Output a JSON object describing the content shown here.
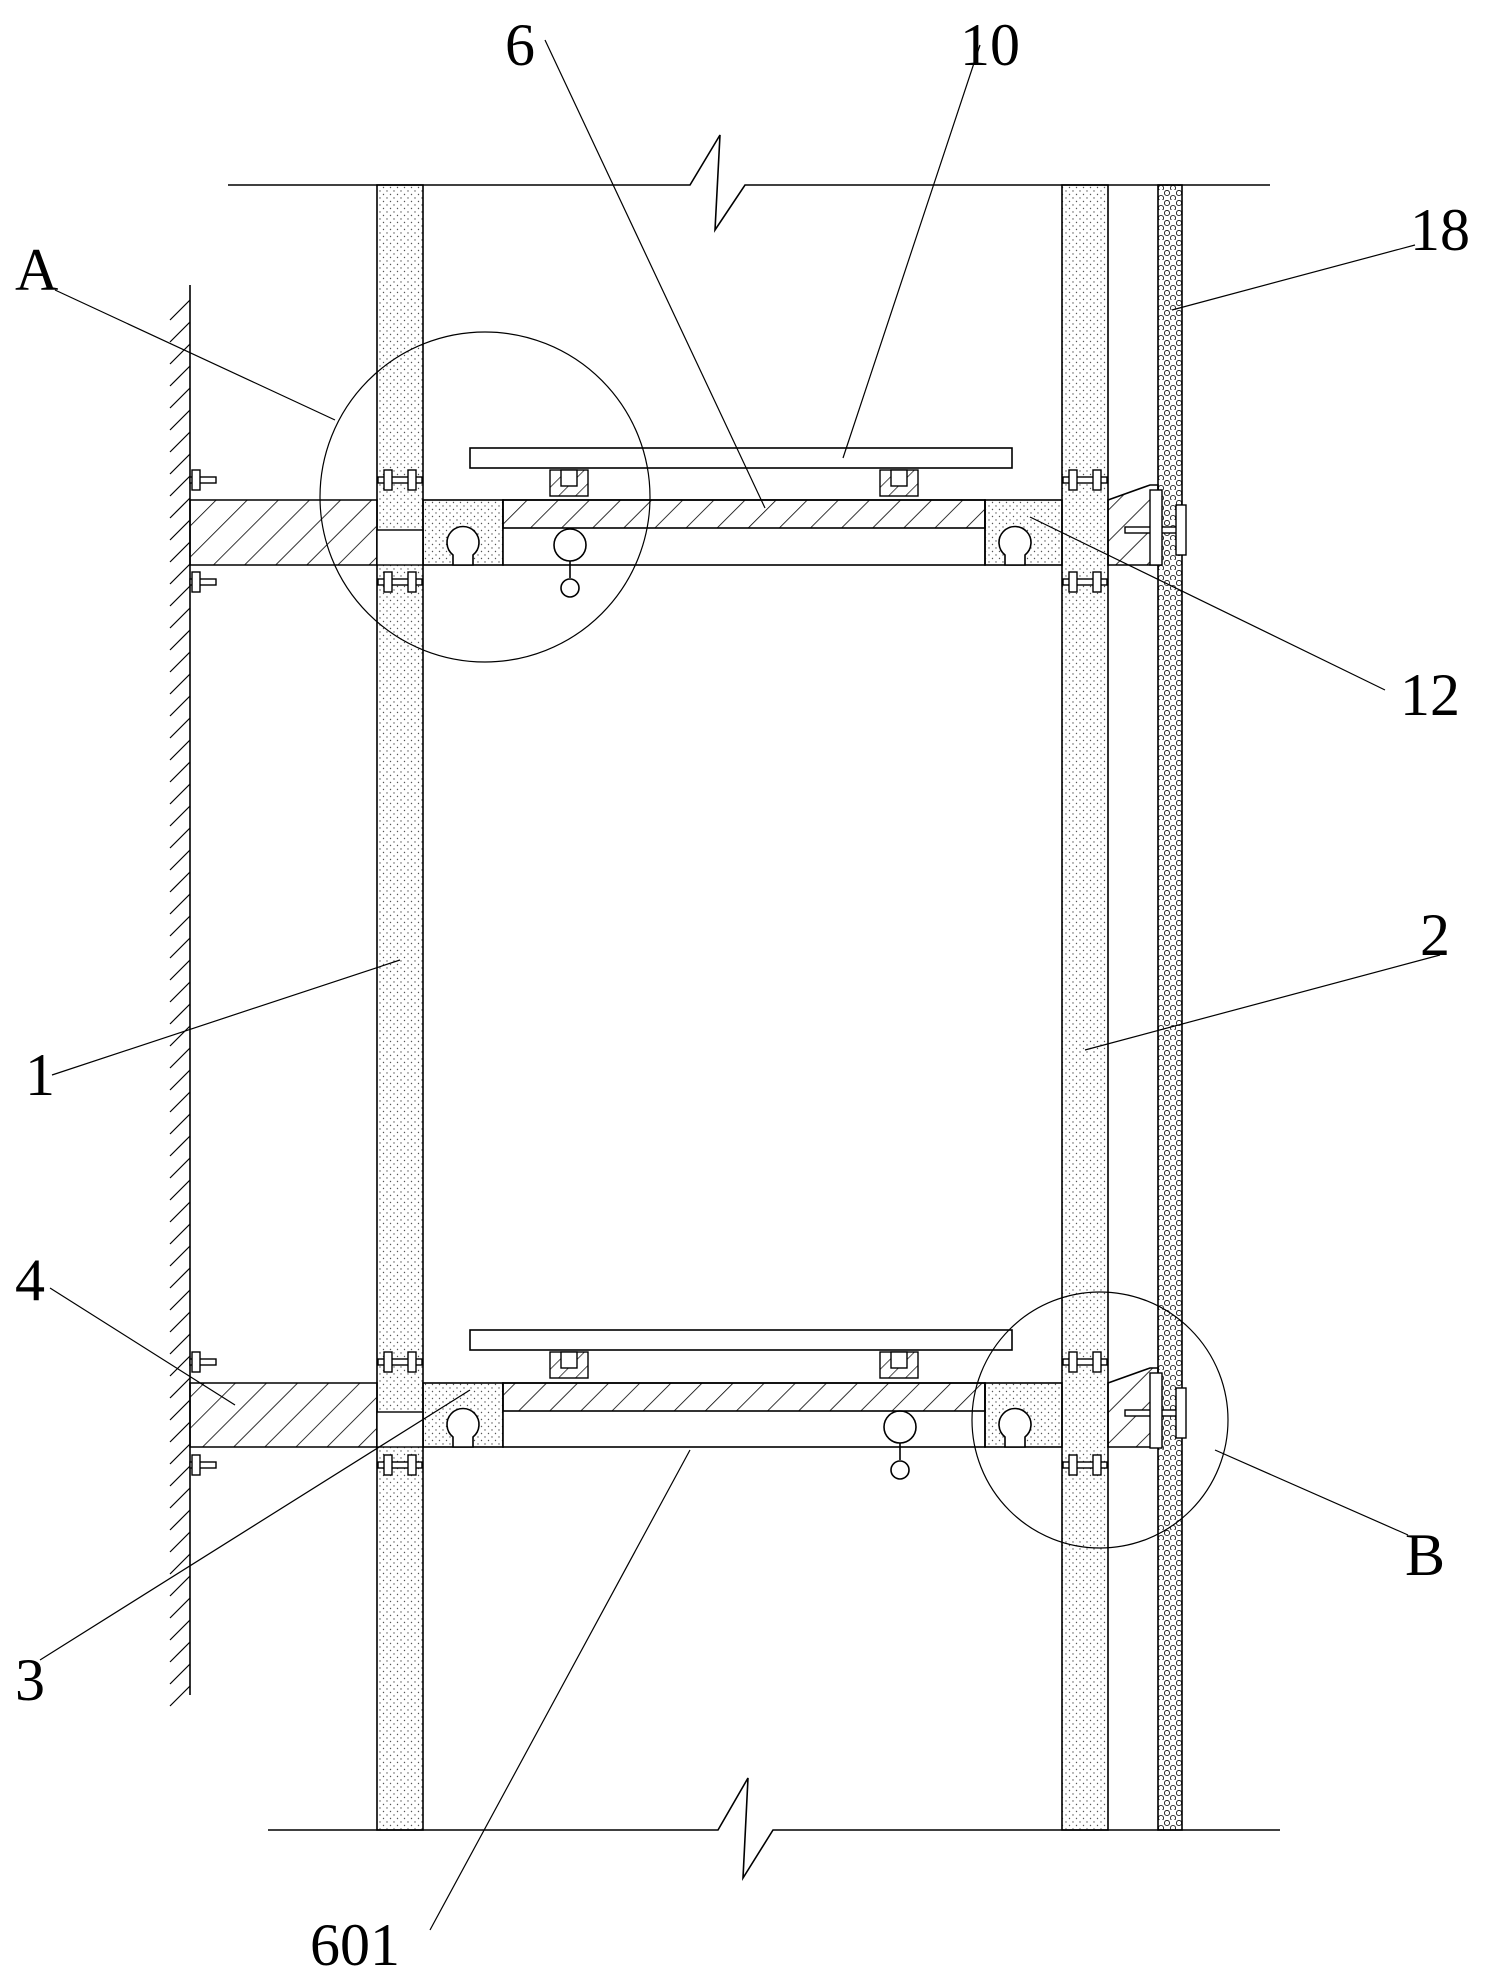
{
  "diagram": {
    "labels": {
      "l_6": "6",
      "l_10": "10",
      "l_18": "18",
      "l_A": "A",
      "l_12": "12",
      "l_2": "2",
      "l_1": "1",
      "l_4": "4",
      "l_B": "B",
      "l_3": "3",
      "l_601": "601"
    }
  }
}
